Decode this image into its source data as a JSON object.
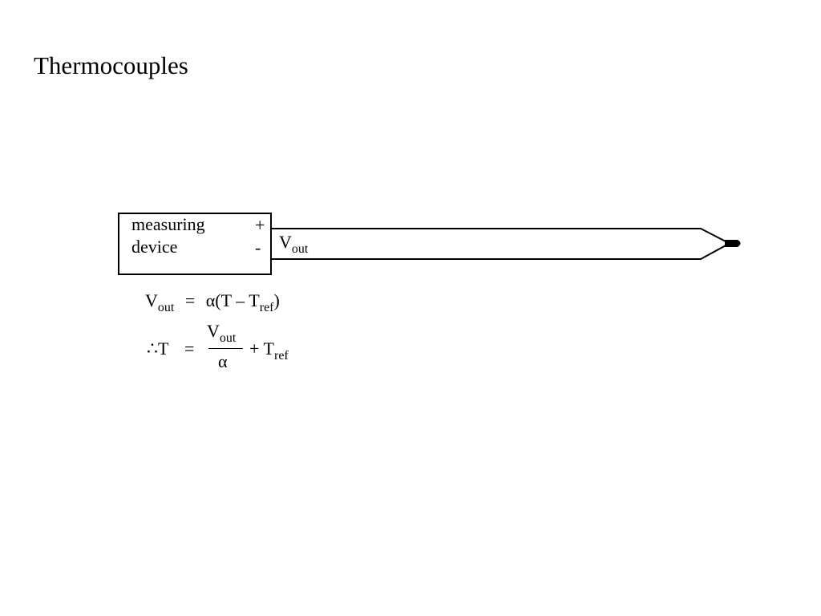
{
  "slide": {
    "title": "Thermocouples"
  },
  "diagram": {
    "device_label_line1": "measuring",
    "device_label_line2": "device",
    "terminal_plus": "+",
    "terminal_minus": "-",
    "vout_main": "V",
    "vout_sub": "out"
  },
  "equations": {
    "eq1": {
      "lhs_main": "V",
      "lhs_sub": "out",
      "equals": "=",
      "alpha": "α",
      "open_paren": "(",
      "t": "T",
      "minus": "–",
      "tref_main": "T",
      "tref_sub": "ref",
      "close_paren": ")"
    },
    "eq2": {
      "therefore": "∴",
      "t": "T",
      "equals": "=",
      "num_main": "V",
      "num_sub": "out",
      "denominator": "α",
      "plus": "+",
      "tref_main": "T",
      "tref_sub": "ref"
    }
  }
}
